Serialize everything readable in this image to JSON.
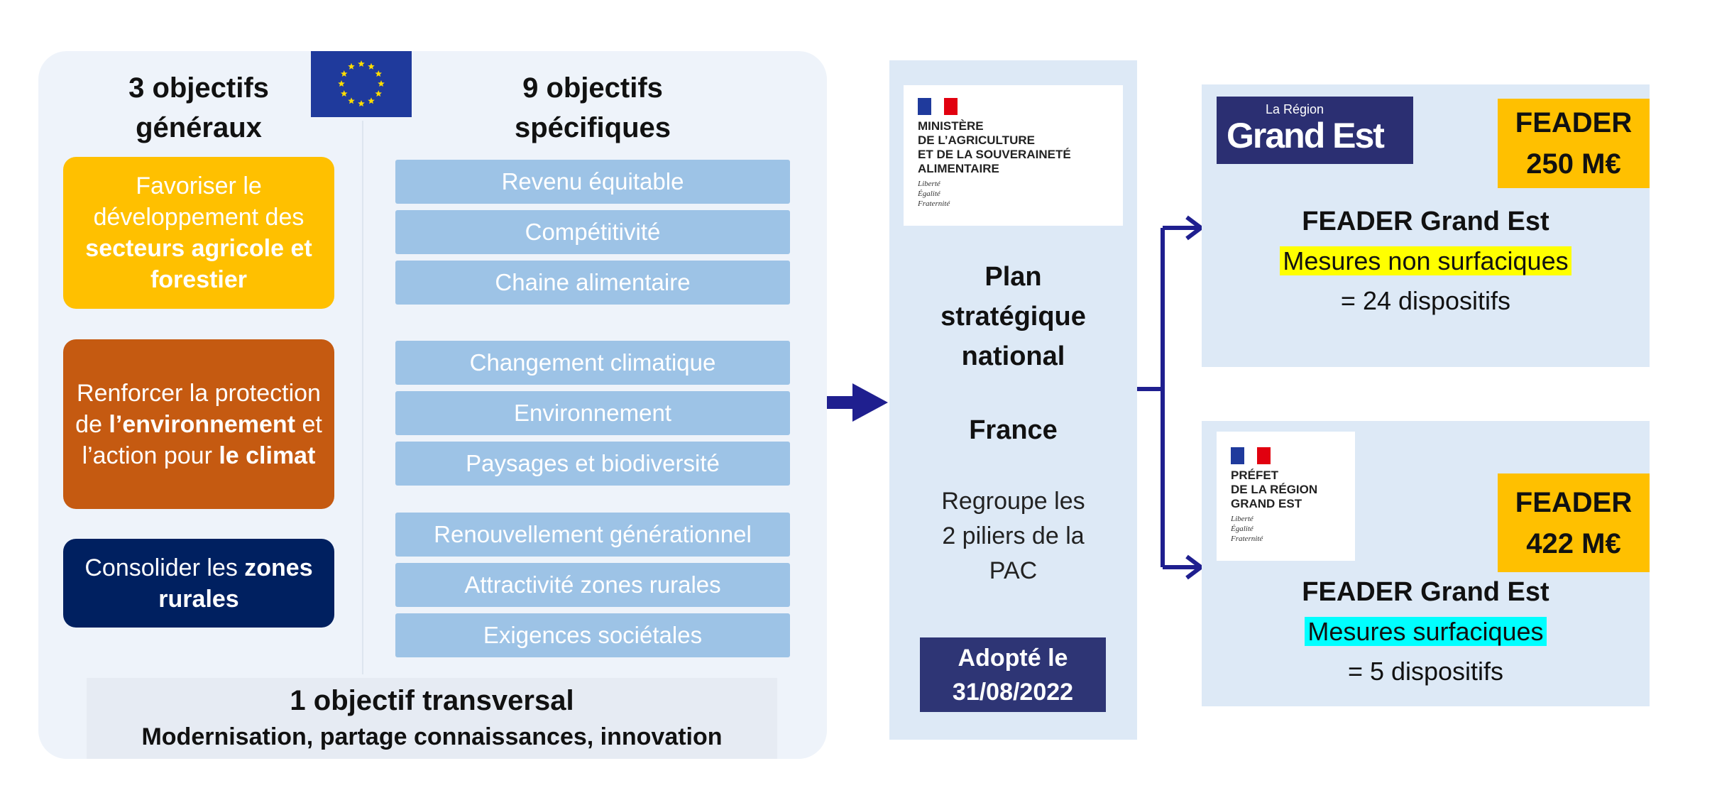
{
  "left": {
    "general_title": [
      "3 objectifs",
      "généraux"
    ],
    "specific_title": [
      "9 objectifs",
      "spécifiques"
    ],
    "general": [
      {
        "parts": [
          {
            "t": "Favoriser le développement des ",
            "b": false
          },
          {
            "t": "secteurs agricole et forestier",
            "b": true
          }
        ],
        "color": "#ffc000"
      },
      {
        "parts": [
          {
            "t": "Renforcer la protection de ",
            "b": false
          },
          {
            "t": "l’environnement",
            "b": true
          },
          {
            "t": " et l’action pour ",
            "b": false
          },
          {
            "t": "le climat",
            "b": true
          }
        ],
        "color": "#c55a11"
      },
      {
        "parts": [
          {
            "t": "Consolider les ",
            "b": false
          },
          {
            "t": "zones rurales",
            "b": true
          }
        ],
        "color": "#002060"
      }
    ],
    "specific": [
      "Revenu équitable",
      "Compétitivité",
      "Chaine alimentaire",
      "Changement climatique",
      "Environnement",
      "Paysages et biodiversité",
      "Renouvellement générationnel",
      "Attractivité zones rurales",
      "Exigences sociétales"
    ],
    "transversal_title": "1 objectif transversal",
    "transversal_text": "Modernisation, partage connaissances, innovation"
  },
  "center": {
    "logo_lines": [
      "MINISTÈRE",
      "DE L’AGRICULTURE",
      "ET DE LA SOUVERAINETÉ",
      "ALIMENTAIRE"
    ],
    "motto": [
      "Liberté",
      "Égalité",
      "Fraternité"
    ],
    "plan": [
      "Plan",
      "stratégique",
      "national"
    ],
    "country": "France",
    "regroupe": [
      "Regroupe les",
      "2 piliers de la",
      "PAC"
    ],
    "adopted": [
      "Adopté le",
      "31/08/2022"
    ]
  },
  "top_right": {
    "logo_small": "La Région",
    "logo_big": "Grand Est",
    "feader": [
      "FEADER",
      "250 M€"
    ],
    "title": "FEADER Grand Est",
    "measures": "Mesures non surfaciques",
    "count": "= 24 dispositifs",
    "highlight": "#ffff00"
  },
  "bottom_right": {
    "logo_lines": [
      "PRÉFET",
      "DE LA RÉGION",
      "GRAND EST"
    ],
    "motto": [
      "Liberté",
      "Égalité",
      "Fraternité"
    ],
    "feader": [
      "FEADER",
      "422 M€"
    ],
    "title": "FEADER Grand Est",
    "measures": "Mesures surfaciques",
    "count": "= 5 dispositifs",
    "highlight": "#00ffff"
  }
}
